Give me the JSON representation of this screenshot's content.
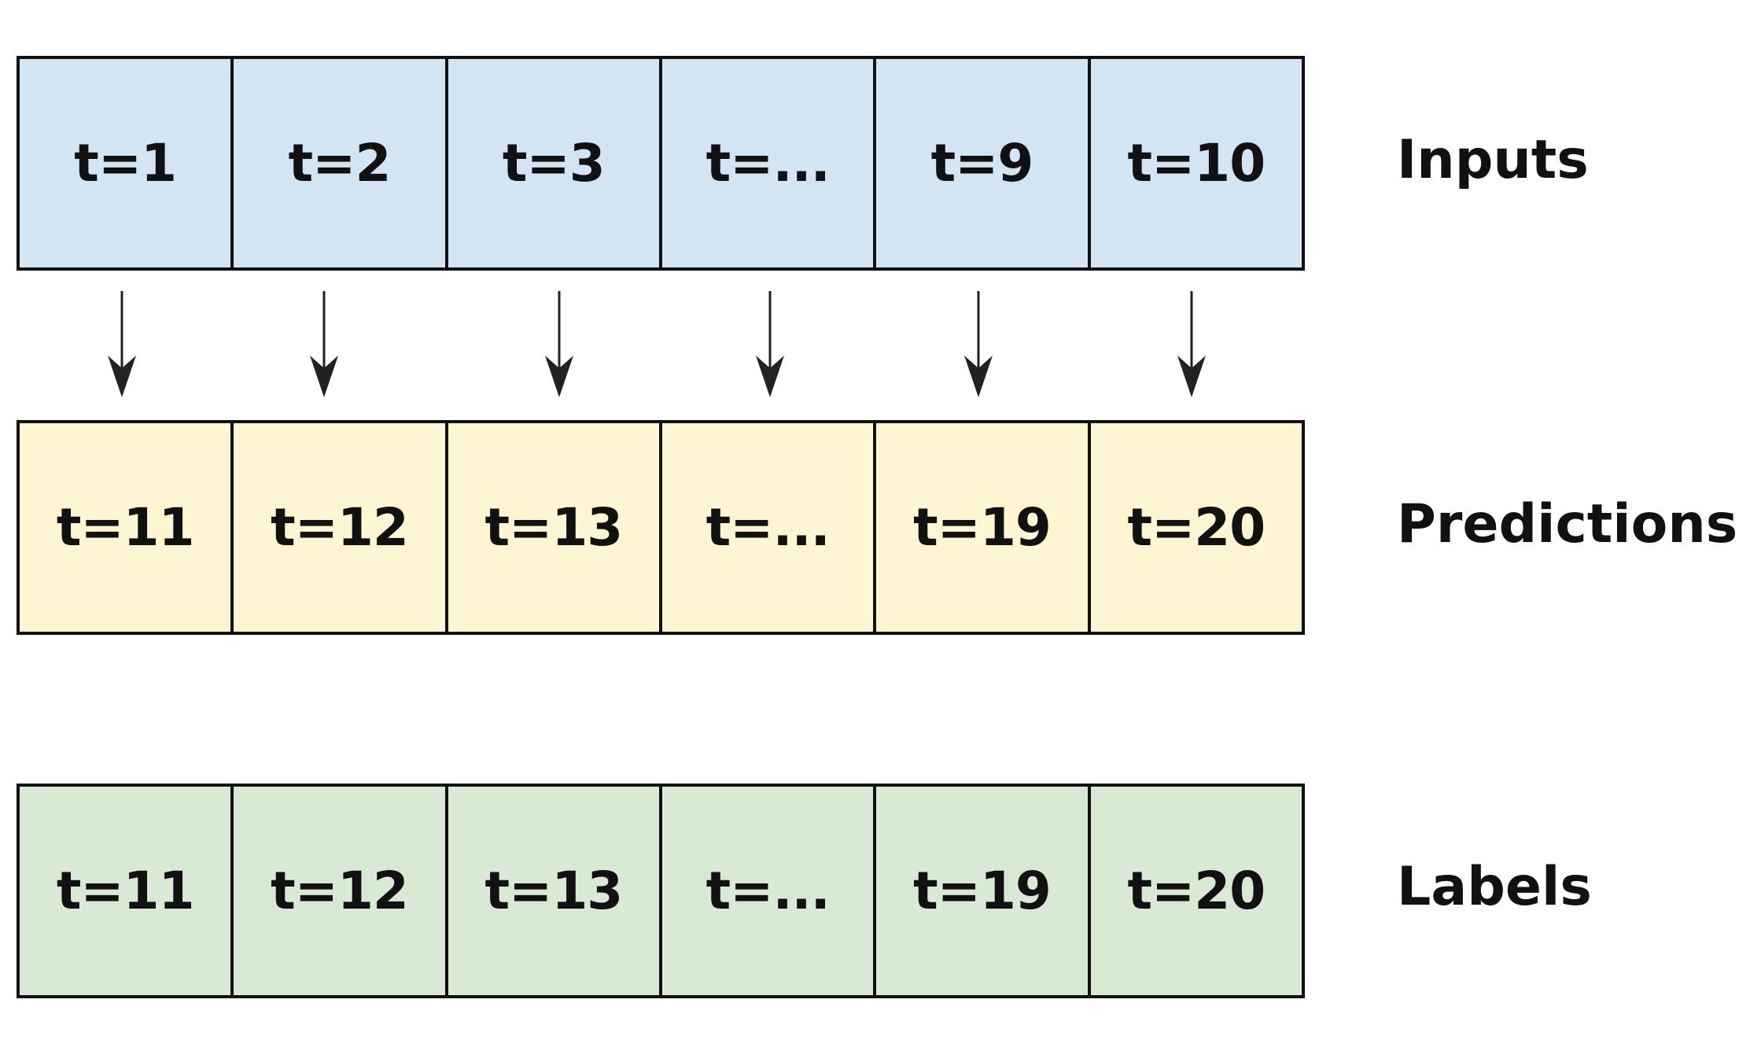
{
  "colors": {
    "inputs": "#d3e4f3",
    "predictions": "#fef5d2",
    "labels": "#d9ead4",
    "stroke": "#111111"
  },
  "rows": [
    {
      "label": "Inputs",
      "cells": [
        "t=1",
        "t=2",
        "t=3",
        "t=...",
        "t=9",
        "t=10"
      ]
    },
    {
      "label": "Predictions",
      "cells": [
        "t=11",
        "t=12",
        "t=13",
        "t=...",
        "t=19",
        "t=20"
      ]
    },
    {
      "label": "Labels",
      "cells": [
        "t=11",
        "t=12",
        "t=13",
        "t=...",
        "t=19",
        "t=20"
      ]
    }
  ],
  "arrow_count": 6
}
